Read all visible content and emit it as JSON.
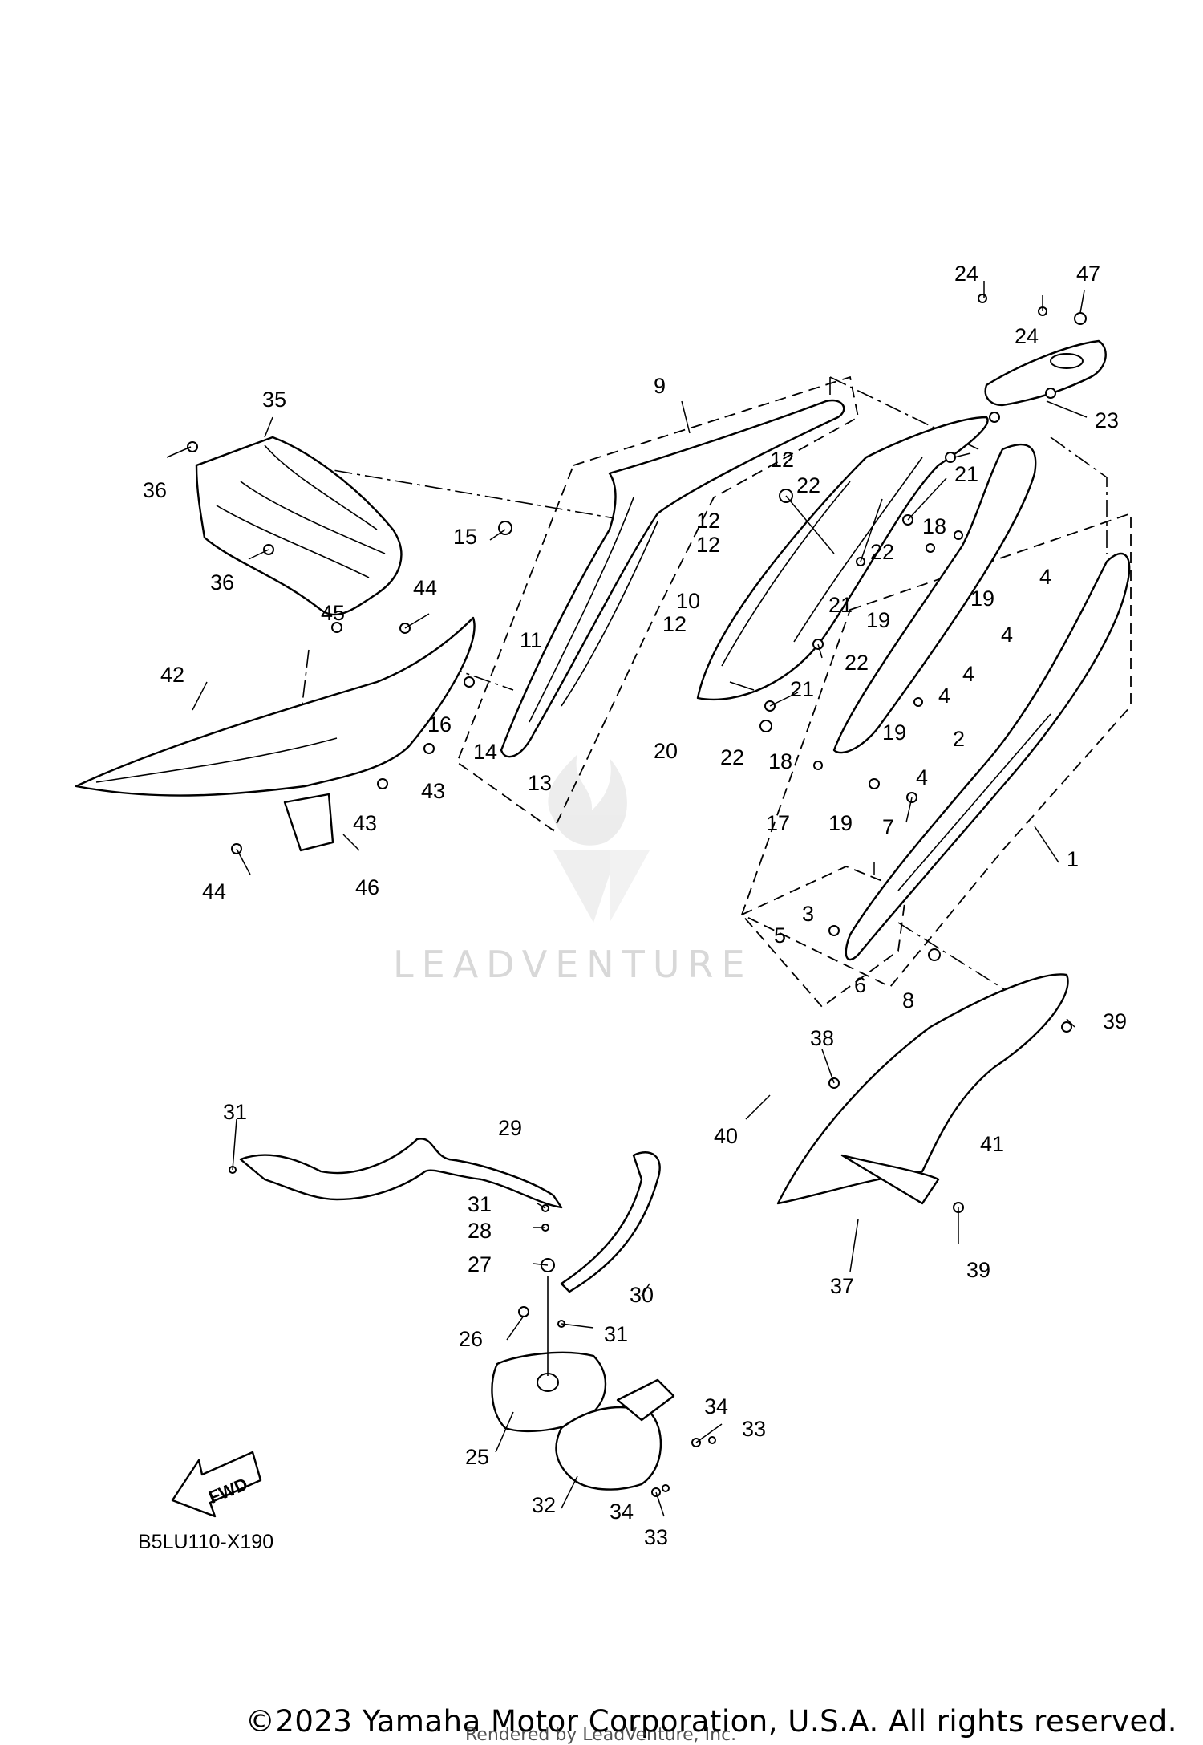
{
  "diagram": {
    "code": "B5LU110-X190",
    "fwd_label": "FWD",
    "watermark": "LEADVENTURE",
    "callouts": [
      "1",
      "2",
      "3",
      "4",
      "5",
      "6",
      "7",
      "8",
      "9",
      "10",
      "11",
      "12",
      "13",
      "14",
      "15",
      "16",
      "17",
      "18",
      "19",
      "20",
      "21",
      "22",
      "23",
      "24",
      "25",
      "26",
      "27",
      "28",
      "29",
      "30",
      "31",
      "32",
      "33",
      "34",
      "35",
      "36",
      "37",
      "38",
      "39",
      "40",
      "41",
      "42",
      "43",
      "44",
      "45",
      "46",
      "47"
    ]
  },
  "footer": {
    "copyright": "©2023 Yamaha Motor Corporation, U.S.A. All rights reserved.",
    "rendered_by": "Rendered by LeadVenture, Inc."
  }
}
